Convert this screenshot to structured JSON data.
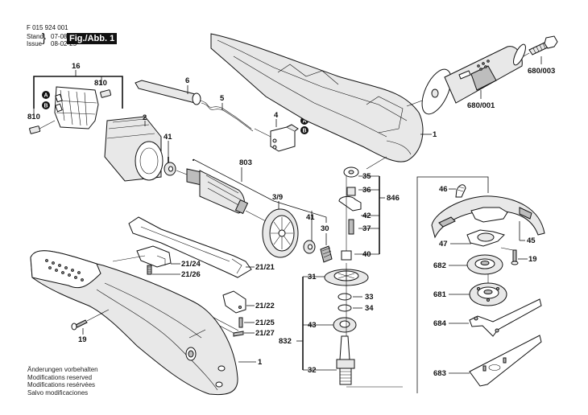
{
  "header": {
    "doc_number": "F 015 924 001",
    "stand_label": "Stand",
    "stand_value": "07-08",
    "issue_label": "Issue",
    "issue_value": "08-02-25",
    "figure_label": "Fig./Abb. 1"
  },
  "footer_note": {
    "lines": [
      "Änderungen vorbehalten",
      "Modifications reserved",
      "Modifications resérvées",
      "Salvo modificaciones"
    ]
  },
  "connectors": {
    "a": "A",
    "b": "B"
  },
  "parts": {
    "p16": "16",
    "p810_top": "810",
    "p810_left": "810",
    "p6": "6",
    "p5": "5",
    "p4": "4",
    "p2": "2",
    "p41_left": "41",
    "p803": "803",
    "p3_9": "3/9",
    "p41_right": "41",
    "p30": "30",
    "p1_top": "1",
    "p1_bottom": "1",
    "p680_001": "680/001",
    "p680_003": "680/003",
    "p35": "35",
    "p36": "36",
    "p846": "846",
    "p42": "42",
    "p37": "37",
    "p40": "40",
    "p31": "31",
    "p33": "33",
    "p34": "34",
    "p43": "43",
    "p832": "832",
    "p32": "32",
    "p46": "46",
    "p45": "45",
    "p47": "47",
    "p19_right": "19",
    "p682": "682",
    "p681": "681",
    "p684": "684",
    "p683": "683",
    "p21_24": "21/24",
    "p21_26": "21/26",
    "p21_21": "21/21",
    "p21_22": "21/22",
    "p21_25": "21/25",
    "p21_27": "21/27",
    "p19_left": "19"
  }
}
